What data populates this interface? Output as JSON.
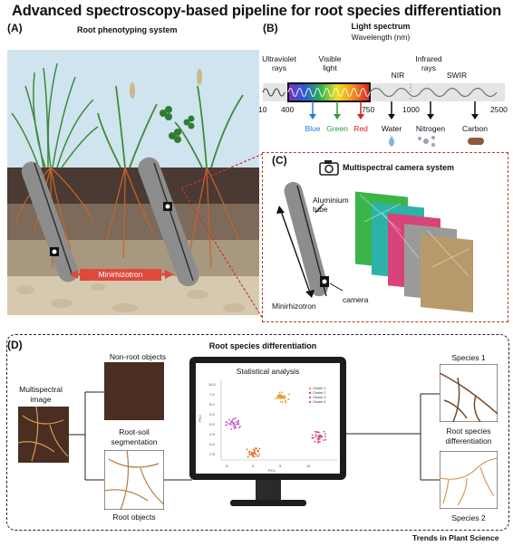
{
  "title": "Advanced spectroscopy-based pipeline for root species differentiation",
  "panel_a": {
    "label": "(A)",
    "heading": "Root phenotyping system",
    "minirhizotron_label": "Minirhizotron"
  },
  "panel_b": {
    "label": "(B)",
    "heading": "Light spectrum",
    "subheading": "Wavelength (nm)",
    "bands": {
      "uv": "Ultraviolet rays",
      "visible": "Visible light",
      "nir": "NIR",
      "infrared": "Infrared rays",
      "swir": "SWIR"
    },
    "ticks": [
      "10",
      "400",
      "750",
      "1000",
      "2500"
    ],
    "markers": [
      {
        "label": "Blue",
        "color": "#2b7bd6"
      },
      {
        "label": "Green",
        "color": "#2e9a3a"
      },
      {
        "label": "Red",
        "color": "#d62020"
      },
      {
        "label": "Water",
        "color": "#111111"
      },
      {
        "label": "Nitrogen",
        "color": "#111111"
      },
      {
        "label": "Carbon",
        "color": "#111111"
      }
    ]
  },
  "panel_c": {
    "label": "(C)",
    "heading": "Multispectral camera system",
    "aluminium_tube": "Aluminium tube",
    "camera": "camera",
    "minirhizotron": "Minirhizotron"
  },
  "panel_d": {
    "label": "(D)",
    "heading": "Root species differentiation",
    "multispectral_image": "Multispectral image",
    "non_root_objects": "Non-root objects",
    "root_soil_segmentation": "Root-soil segmentation",
    "root_objects": "Root objects",
    "statistical_analysis": "Statistical analysis",
    "species_1": "Species 1",
    "root_species_differentiation": "Root species differentiation",
    "species_2": "Species 2",
    "legend": [
      "Cluster 1",
      "Cluster 2",
      "Cluster 3",
      "Cluster 4"
    ],
    "x_axis": "PC1",
    "y_axis": "PC2",
    "x_ticks": [
      "-5",
      "0",
      "5",
      "10"
    ],
    "y_ticks": [
      "10.0",
      "7.5",
      "5.0",
      "2.5",
      "0.0",
      "-2.5",
      "-5.0",
      "-7.5"
    ]
  },
  "credit": "Trends in Plant Science",
  "colors": {
    "soil_dark": "#4a3a33",
    "sky": "#cfe4ef",
    "red_label": "#e0493d",
    "dashed": "#c0392b"
  }
}
